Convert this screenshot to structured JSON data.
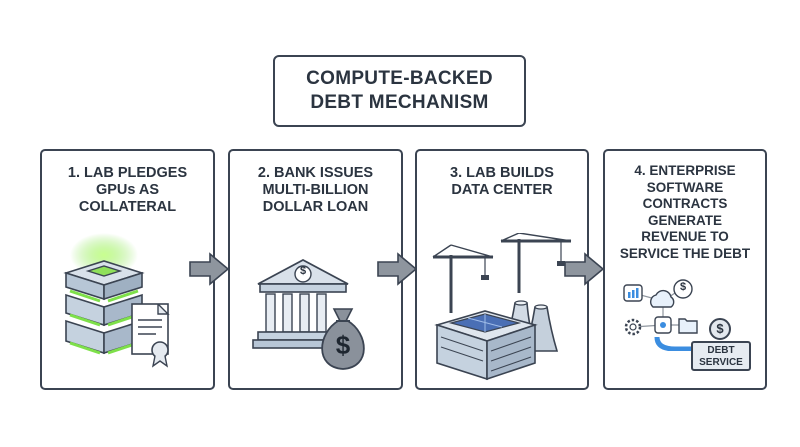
{
  "title": {
    "line1": "COMPUTE-BACKED",
    "line2": "DEBT MECHANISM"
  },
  "steps": [
    {
      "label": "1. LAB PLEDGES\nGPUs AS\nCOLLATERAL"
    },
    {
      "label": "2. BANK ISSUES\nMULTI-BILLION\nDOLLAR LOAN"
    },
    {
      "label": "3. LAB BUILDS\nDATA CENTER"
    },
    {
      "label": "4. ENTERPRISE\nSOFTWARE\nCONTRACTS\nGENERATE\nREVENUE TO\nSERVICE THE DEBT"
    }
  ],
  "illustrations": {
    "bank_symbol": "$",
    "money_bag_symbol": "$",
    "coin_symbol": "$",
    "debt_coin_symbol": "$",
    "debt_service_line1": "DEBT",
    "debt_service_line2": "SERVICE"
  },
  "colors": {
    "outline": "#3b4452",
    "gpu_glow": "#7ee04a",
    "steel_blue": "#b7c6d6",
    "panel_blue": "#4a6fb5",
    "arrow_gray": "#8e959e",
    "accent_blue": "#3b8de0"
  },
  "icons": [
    "server-rack-icon",
    "gpu-chip-icon",
    "certificate-icon",
    "bank-icon",
    "money-bag-icon",
    "construction-crane-icon",
    "factory-icon",
    "cooling-tower-icon",
    "cloud-icon",
    "gear-icon",
    "folder-icon",
    "chart-icon",
    "dollar-coin-icon"
  ]
}
